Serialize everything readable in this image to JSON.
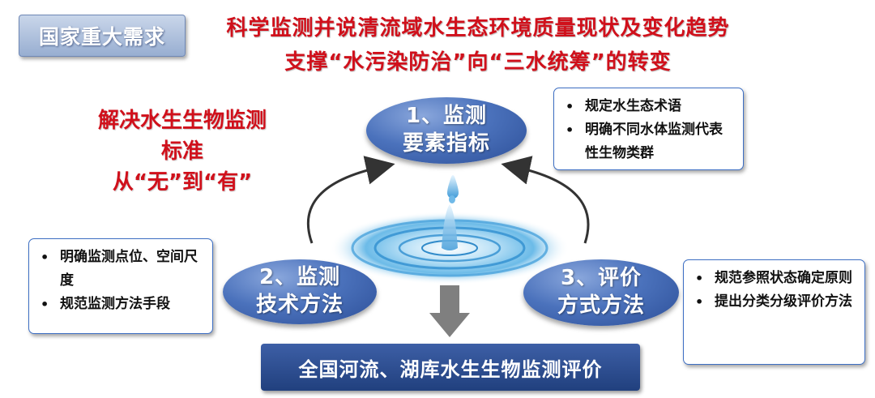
{
  "header": {
    "tag": "国家重大需求",
    "line1": "科学监测并说清流域水生态环境质量现状及变化趋势",
    "line2": "支撑“水污染防治”向“三水统筹”的转变"
  },
  "slogan": {
    "line1": "解决水生生物监测",
    "line2": "标准",
    "line3": "从“无”到“有”"
  },
  "nodes": {
    "n1": {
      "line1": "1、监测",
      "line2": "要素指标"
    },
    "n2": {
      "line1": "2、监测",
      "line2": "技术方法"
    },
    "n3": {
      "line1": "3、评价",
      "line2": "方式方法"
    }
  },
  "boxes": {
    "top_right": [
      "规定水生态术语",
      "明确不同水体监测代表性生物类群"
    ],
    "left": [
      "明确监测点位、空间尺度",
      "规范监测方法手段"
    ],
    "right": [
      "规范参照状态确定原则",
      "提出分类分级评价方法"
    ]
  },
  "banner": "全国河流、湖库水生生物监测评价",
  "colors": {
    "accent_red": "#d0101b",
    "node_blue": "#3f64ad",
    "banner_blue": "#2a4a8e"
  },
  "icons": [
    "water-drop-icon",
    "down-arrow-icon",
    "curved-arrow-icon"
  ]
}
